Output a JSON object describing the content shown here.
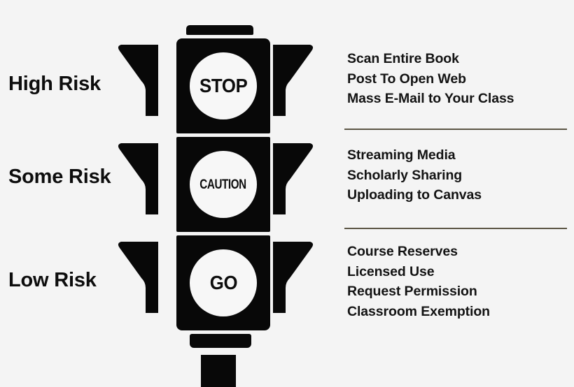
{
  "background_color": "#f4f4f4",
  "ink_color": "#080808",
  "divider_color": "#5b5545",
  "risk_levels": [
    {
      "label": "High Risk"
    },
    {
      "label": "Some Risk"
    },
    {
      "label": "Low Risk"
    }
  ],
  "traffic_light": {
    "lamps": [
      {
        "text": "STOP",
        "icon": "stop-lamp-icon"
      },
      {
        "text": "CAUTION",
        "icon": "caution-lamp-icon"
      },
      {
        "text": "GO",
        "icon": "go-lamp-icon"
      }
    ]
  },
  "activity_groups": [
    {
      "risk": "High Risk",
      "items": [
        "Scan Entire Book",
        "Post To Open Web",
        "Mass E-Mail to Your Class"
      ]
    },
    {
      "risk": "Some Risk",
      "items": [
        "Streaming Media",
        "Scholarly Sharing",
        "Uploading to Canvas"
      ]
    },
    {
      "risk": "Low Risk",
      "items": [
        "Course Reserves",
        "Licensed Use",
        "Request Permission",
        "Classroom Exemption"
      ]
    }
  ]
}
